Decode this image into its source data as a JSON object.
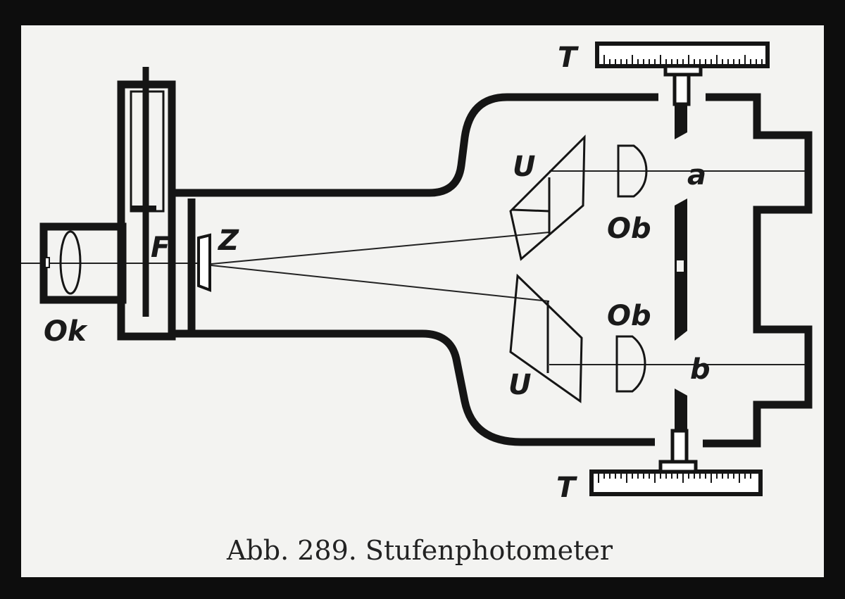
{
  "figure": {
    "caption": "Abb. 289. Stufenphotometer",
    "labels": {
      "knob_top": "T",
      "knob_bottom": "T",
      "prism_top": "U",
      "prism_bottom": "U",
      "objective_top": "Ob",
      "objective_bottom": "Ob",
      "aperture_a": "a",
      "aperture_b": "b",
      "filter": "F",
      "biprism": "Z",
      "eyepiece": "Ok"
    },
    "colors": {
      "background": "#0d0d0d",
      "paper": "#f3f3f1",
      "ink": "#151515"
    }
  }
}
